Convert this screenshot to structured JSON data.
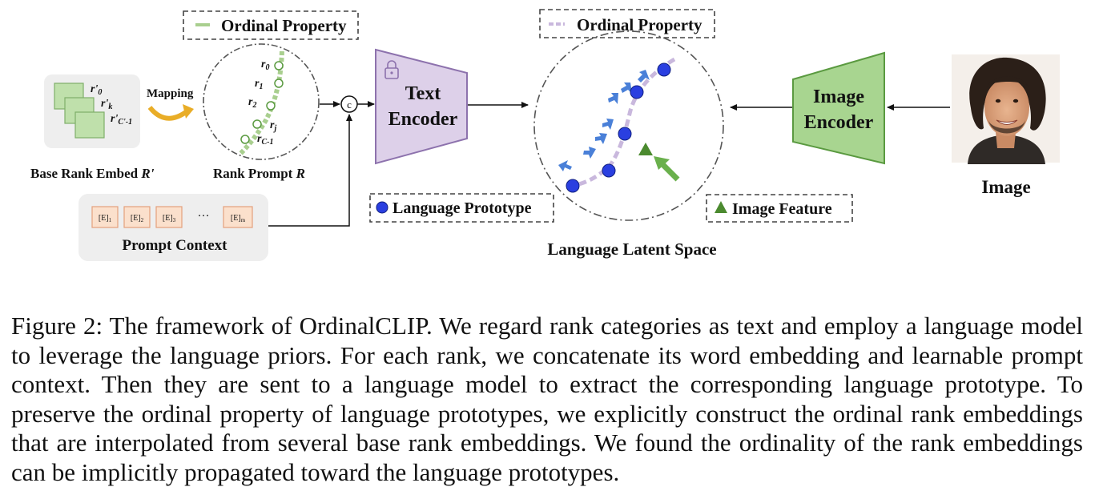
{
  "figure": {
    "legend_rank": "Ordinal Property",
    "legend_latent": "Ordinal Property",
    "mapping_label": "Mapping",
    "base_embed": {
      "labels": [
        "r'",
        "r'",
        "r'"
      ],
      "subs": [
        "0",
        "k",
        "C'-1"
      ],
      "caption_main": "Base Rank Embed ",
      "caption_symbol": "R'"
    },
    "rank_prompt": {
      "labels": [
        "r",
        "r",
        "r",
        "r",
        "r"
      ],
      "subs": [
        "0",
        "1",
        "2",
        "j",
        "C-1"
      ],
      "caption_main": "Rank Prompt ",
      "caption_symbol": "R"
    },
    "concat_symbol": "c",
    "prompt_context": {
      "token": "[E]",
      "subs": [
        "1",
        "2",
        "3"
      ],
      "last_sub": "m",
      "ellipsis": "···",
      "caption": "Prompt Context"
    },
    "text_encoder": {
      "line1": "Text",
      "line2": "Encoder"
    },
    "image_encoder": {
      "line1": "Image",
      "line2": "Encoder"
    },
    "image_label": "Image",
    "legend_prototype": "Language Prototype",
    "legend_feature": "Image Feature",
    "latent_space_label": "Language Latent Space",
    "colors": {
      "rank_green": "#a9cf8f",
      "latent_purple": "#c9b8dd",
      "text_encoder_fill": "#ddd0e9",
      "text_encoder_stroke": "#8d72ad",
      "image_encoder_fill": "#a8d590",
      "image_encoder_stroke": "#5a9a40",
      "prototype_blue": "#2a3fe0",
      "arrow_blue": "#4a80d8",
      "feature_green": "#4b8a2f",
      "mapping_arrow": "#e9ad27",
      "token_fill": "#fbe0cc",
      "token_stroke": "#e4a07c",
      "panel_gray": "#eeeeee"
    }
  },
  "caption": "Figure 2: The framework of OrdinalCLIP. We regard rank categories as text and employ a language model to leverage the language priors. For each rank, we concatenate its word embedding and learnable prompt context. Then they are sent to a language model to extract the corresponding language prototype. To preserve the ordinal property of language prototypes, we explicitly construct the ordinal rank embeddings that are interpolated from several base rank embeddings. We found the ordinality of the rank embeddings can be implicitly propagated toward the language prototypes."
}
